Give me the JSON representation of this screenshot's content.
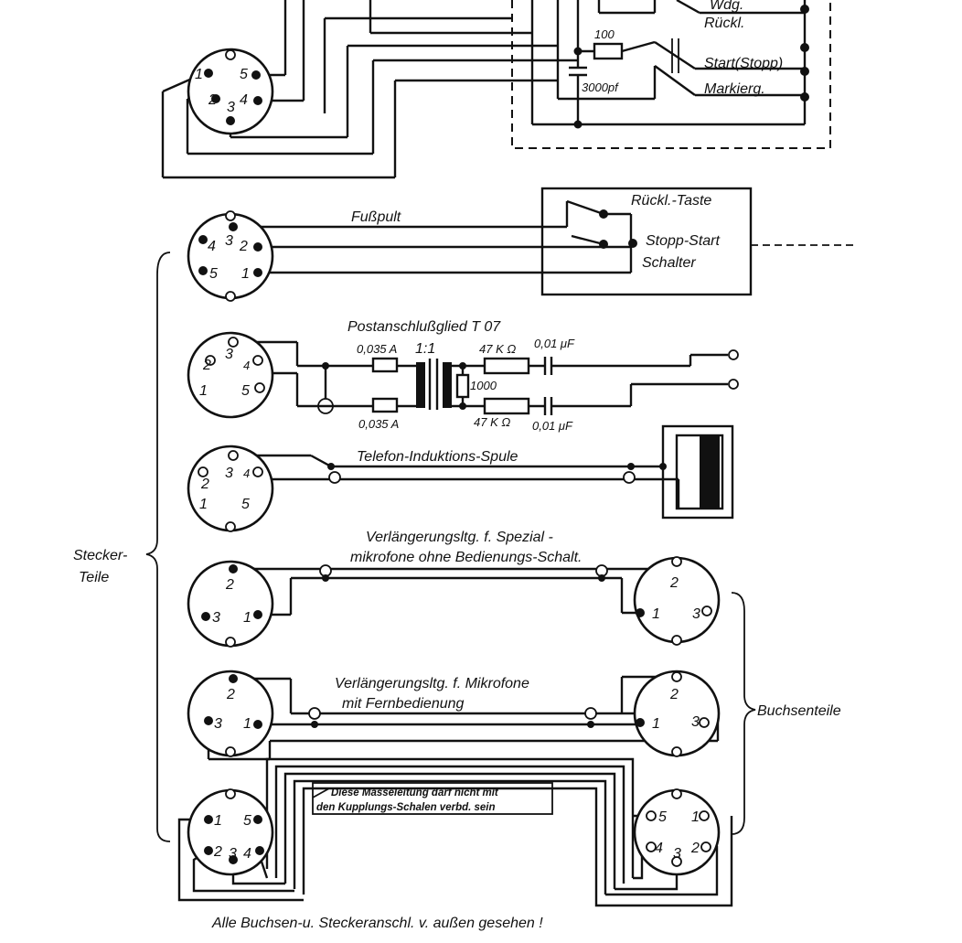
{
  "top_section": {
    "switch_labels": [
      "Wdg.",
      "Rückl.",
      "Start(Stopp)",
      "Markierg."
    ],
    "resistor": "100",
    "capacitor": "3000pf",
    "pins": [
      "1",
      "2",
      "3",
      "4",
      "5"
    ]
  },
  "footswitch": {
    "title": "Fußpult",
    "box_lines": [
      "Rückl.-Taste",
      "Stopp-Start",
      "Schalter"
    ],
    "pins": [
      "4",
      "3",
      "2",
      "5",
      "1"
    ]
  },
  "post_connector": {
    "title": "Postanschlußglied T 07",
    "fuse_top": "0,035 A",
    "fuse_bottom": "0,035 A",
    "ratio": "1:1",
    "res_top": "47 K Ω",
    "res_bottom": "47 K Ω",
    "res_mid": "1000",
    "cap_top": "0,01 μF",
    "cap_bottom": "0,01 μF",
    "pins": [
      "2",
      "3",
      "4",
      "1",
      "5"
    ]
  },
  "telephone_coil": {
    "title": "Telefon-Induktions-Spule",
    "pins": [
      "3",
      "4",
      "2",
      "1",
      "5"
    ]
  },
  "ext_special": {
    "title_line1": "Verlängerungsltg. f. Spezial -",
    "title_line2": "mikrofone ohne Bedienungs-Schalt.",
    "plug_pins": [
      "2",
      "3",
      "1"
    ],
    "socket_pins": [
      "2",
      "1",
      "3"
    ]
  },
  "ext_remote": {
    "title_line1": "Verlängerungsltg. f. Mikrofone",
    "title_line2": "mit Fernbedienung",
    "plug_pins": [
      "2",
      "3",
      "1"
    ],
    "socket_pins": [
      "2",
      "1",
      "3"
    ]
  },
  "ground_note": {
    "line1": "Diese Masseleitung darf nicht mit",
    "line2": "den Kupplungs-Schalen verbd. sein",
    "plug_pins": [
      "1",
      "5",
      "2",
      "3",
      "4"
    ],
    "socket_pins": [
      "5",
      "1",
      "4",
      "3",
      "2"
    ]
  },
  "side_labels": {
    "plug_parts_1": "Stecker-",
    "plug_parts_2": "Teile",
    "socket_parts": "Buchsenteile"
  },
  "footer": "Alle Buchsen-u. Steckeranschl. v. außen gesehen !"
}
